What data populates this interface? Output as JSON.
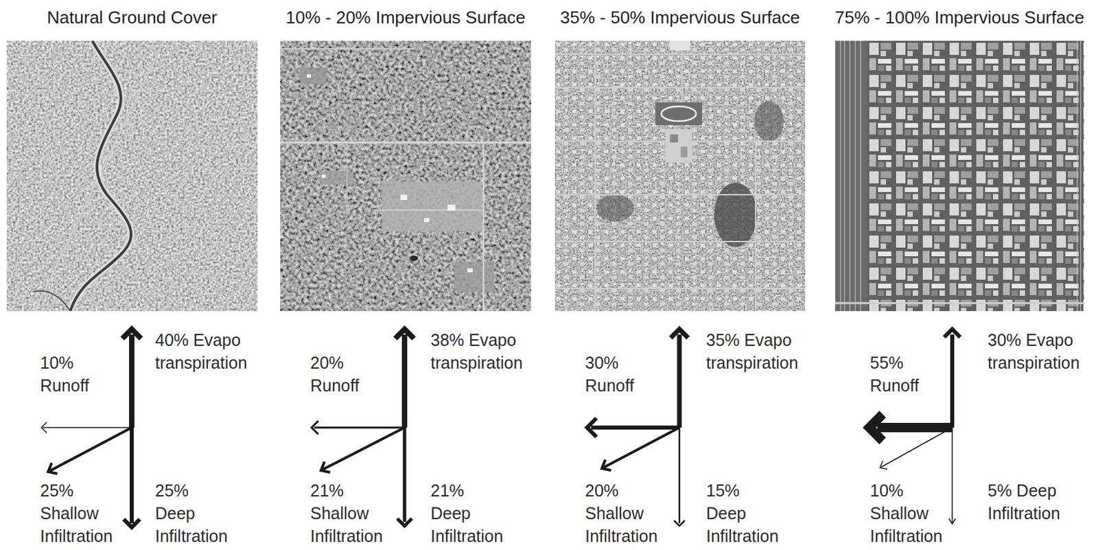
{
  "diagram": {
    "nodes": [
      {
        "text": [
          "Natural Ground Cover"
        ]
      },
      {
        "text": [
          "10% - 20% Impervious Surface"
        ]
      },
      {
        "text": [
          "35% - 50% Impervious Surface"
        ]
      },
      {
        "text": [
          "75% - 100% Impervious Surface"
        ]
      }
    ],
    "labels": [
      "10% Runoff",
      "40% Evapo transpiration",
      "25% Shallow Infiltration",
      "25% Deep Infiltration",
      "20% Runoff",
      "38% Evapo transpiration",
      "21% Shallow Infiltration",
      "21% Deep Infiltration",
      "30% Runoff",
      "35% Evapo transpiration",
      "20% Shallow Infiltration",
      "15% Deep Infiltration",
      "55% Runoff",
      "30% Evapo transpiration",
      "10% Shallow Infiltration",
      "5% Deep Infiltration"
    ]
  }
}
